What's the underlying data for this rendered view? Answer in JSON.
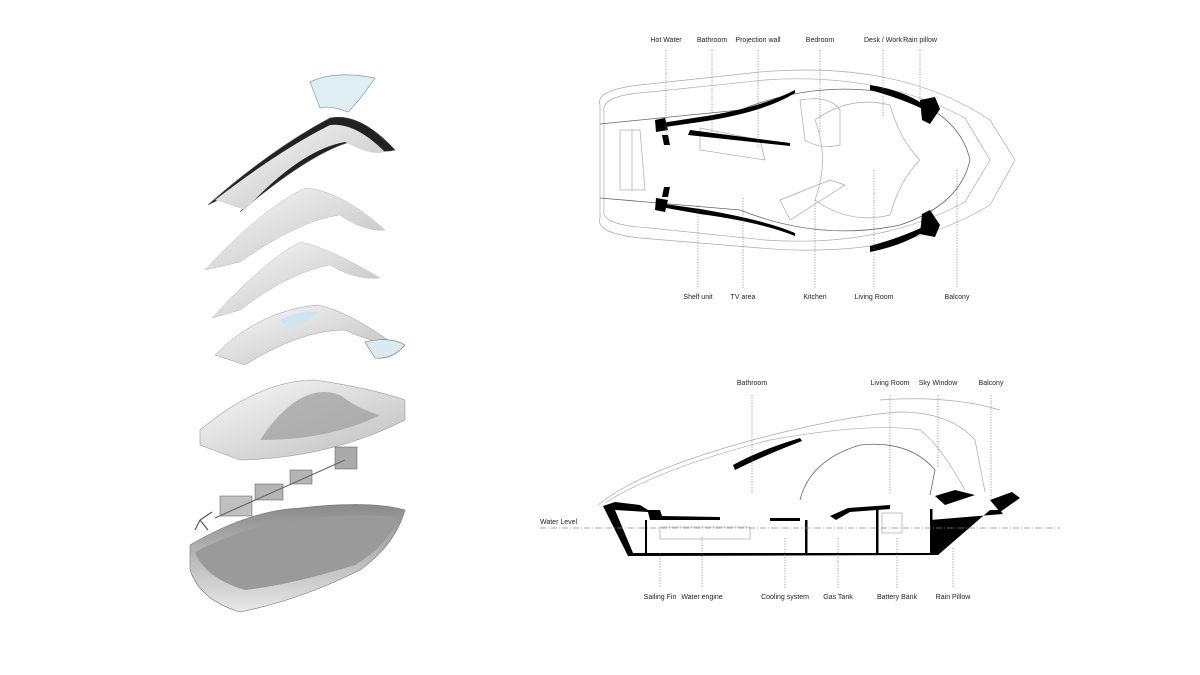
{
  "plan": {
    "top_labels": [
      "Hot Water",
      "Bathroom",
      "Projection wall",
      "Bedroom",
      "Desk / Work",
      "Rain pillow"
    ],
    "bottom_labels": [
      "Shelf unit",
      "TV area",
      "Kitchen",
      "Living Room",
      "Balcony"
    ]
  },
  "section": {
    "top_labels": [
      "Bathroom",
      "Living Room",
      "Sky Window",
      "Balcony"
    ],
    "water_level": "Water Level",
    "bottom_labels": [
      "Sailing Fin",
      "Water engine",
      "Cooling system",
      "Gas Tank",
      "Battery Bank",
      "Rain Pillow"
    ]
  }
}
